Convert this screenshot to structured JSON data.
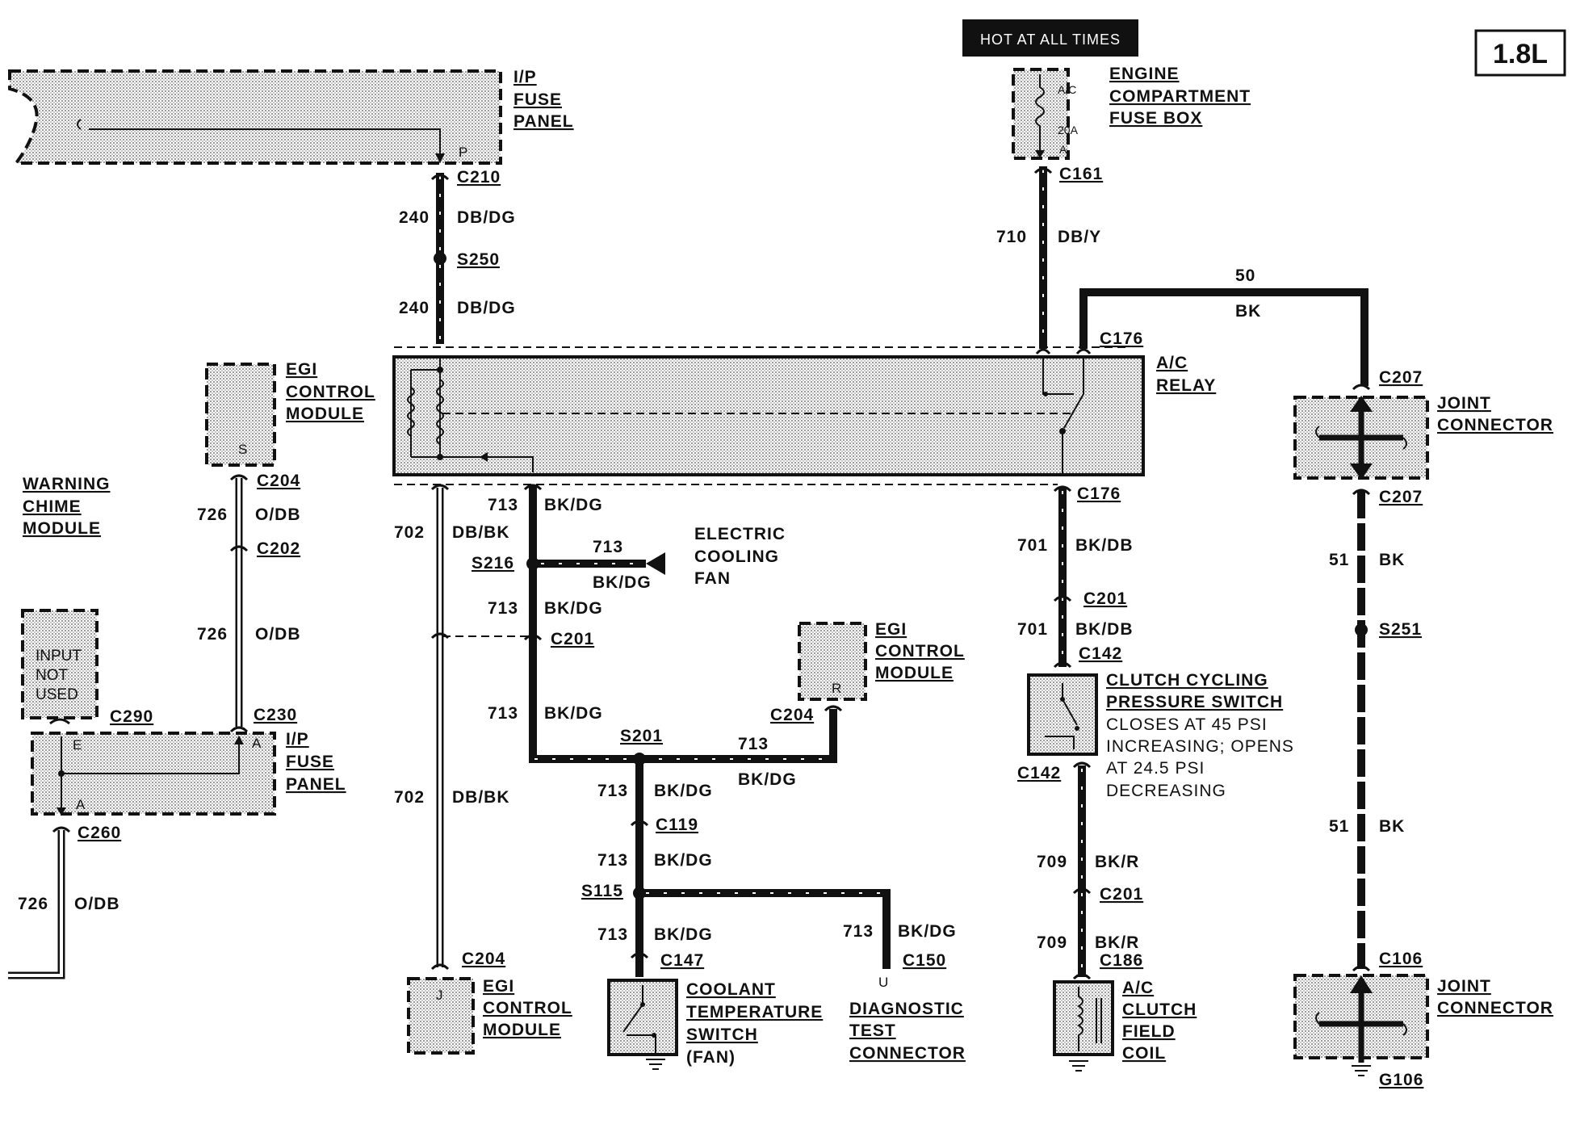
{
  "badge": "1.8L",
  "hot_label": "HOT AT ALL TIMES",
  "components": {
    "ip_fuse_top": "I/P FUSE PANEL",
    "engine_fuse_box": "ENGINE COMPARTMENT FUSE BOX",
    "fuse_inner": [
      "A/C",
      "20A",
      "A"
    ],
    "egi_top_left": "EGI CONTROL MODULE",
    "warning_chime": "WARNING CHIME MODULE",
    "input_not_used": "INPUT NOT USED",
    "ip_fuse_bottom": "I/P FUSE PANEL",
    "ac_relay": "A/C RELAY",
    "joint_top": "JOINT CONNECTOR",
    "joint_bottom": "JOINT CONNECTOR",
    "electric_fan": "ELECTRIC COOLING FAN",
    "egi_mid": "EGI CONTROL MODULE",
    "egi_bottom": "EGI CONTROL MODULE",
    "clutch_switch": "CLUTCH CYCLING PRESSURE SWITCH",
    "clutch_switch_note": "CLOSES AT 45 PSI INCREASING; OPENS AT 24.5 PSI DECREASING",
    "coolant_switch": "COOLANT TEMPERATURE SWITCH",
    "coolant_switch_sub": "(FAN)",
    "diag_connector": "DIAGNOSTIC TEST CONNECTOR",
    "ac_clutch": "A/C CLUTCH FIELD COIL"
  },
  "pins": {
    "ip_top": "P",
    "egi_tl": "S",
    "ipb_e": "E",
    "ipb_a1": "A",
    "ipb_a2": "A",
    "egi_mid": "R",
    "egi_bottom": "J",
    "diag": "U"
  },
  "connectors": {
    "c210": "C210",
    "s250": "S250",
    "c161": "C161",
    "c176a": "C176",
    "c176b": "C176",
    "c207a": "C207",
    "c207b": "C207",
    "c204a": "C204",
    "c202": "C202",
    "c290": "C290",
    "c230": "C230",
    "c260": "C260",
    "s216": "S216",
    "c201a": "C201",
    "c204b": "C204",
    "s201": "S201",
    "c119": "C119",
    "s115": "S115",
    "c147": "C147",
    "c150": "C150",
    "c204c": "C204",
    "c201b": "C201",
    "c142a": "C142",
    "c142b": "C142",
    "c201c": "C201",
    "c186": "C186",
    "s251": "S251",
    "c106": "C106",
    "g106": "G106"
  },
  "wires": {
    "w240a_num": "240",
    "w240a_col": "DB/DG",
    "w240b_num": "240",
    "w240b_col": "DB/DG",
    "w710_num": "710",
    "w710_col": "DB/Y",
    "w50_num": "50",
    "w50_col": "BK",
    "w726a_num": "726",
    "w726a_col": "O/DB",
    "w726b_num": "726",
    "w726b_col": "O/DB",
    "w726c_num": "726",
    "w726c_col": "O/DB",
    "w702a_num": "702",
    "w702a_col": "DB/BK",
    "w702b_num": "702",
    "w702b_col": "DB/BK",
    "w713a_num": "713",
    "w713a_col": "BK/DG",
    "w713fan_num": "713",
    "w713fan_col": "BK/DG",
    "w713b_num": "713",
    "w713b_col": "BK/DG",
    "w713c_num": "713",
    "w713c_col": "BK/DG",
    "w713egi_num": "713",
    "w713egi_col": "BK/DG",
    "w713d_num": "713",
    "w713d_col": "BK/DG",
    "w713e_num": "713",
    "w713e_col": "BK/DG",
    "w713f_num": "713",
    "w713f_col": "BK/DG",
    "w713diag_num": "713",
    "w713diag_col": "BK/DG",
    "w701a_num": "701",
    "w701a_col": "BK/DB",
    "w701b_num": "701",
    "w701b_col": "BK/DB",
    "w709a_num": "709",
    "w709a_col": "BK/R",
    "w709b_num": "709",
    "w709b_col": "BK/R",
    "w51a_num": "51",
    "w51a_col": "BK",
    "w51b_num": "51",
    "w51b_col": "BK"
  }
}
